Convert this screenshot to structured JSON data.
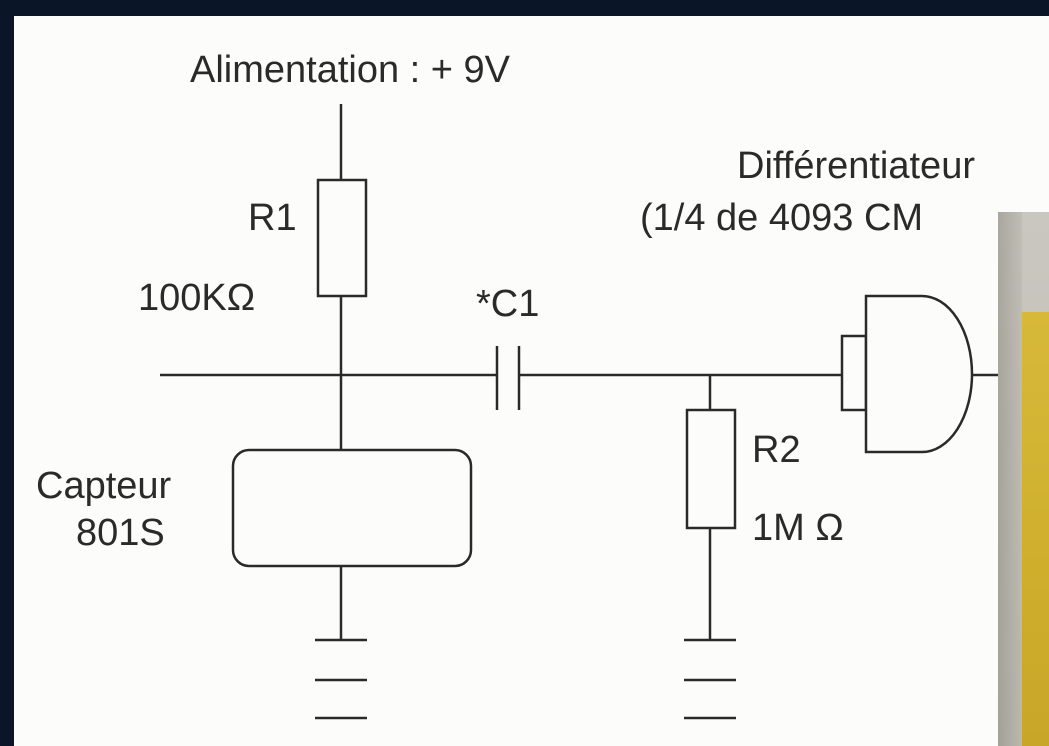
{
  "labels": {
    "supply": "Alimentation : + 9V",
    "r1_name": "R1",
    "r1_value": "100KΩ",
    "c1_name": "*C1",
    "r2_name": "R2",
    "r2_value": "1M Ω",
    "sensor_line1": "Capteur",
    "sensor_line2": "801S",
    "diff_title": "Différentiateur",
    "diff_chip": "(1/4 de 4093 CM"
  },
  "colors": {
    "background": "#0a1628",
    "paper": "#fcfcfa",
    "ink": "#2a2a2a",
    "photo_yellow": "#d7b93a",
    "photo_gray": "#c9c7bf"
  }
}
